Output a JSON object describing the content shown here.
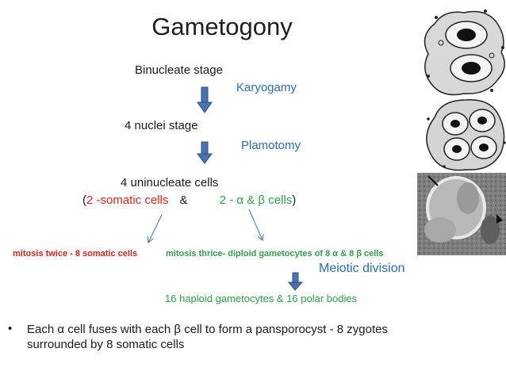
{
  "title": "Gametogony",
  "binucleate": "Binucleate stage",
  "karyogamy": "Karyogamy",
  "four_nuclei": "4 nuclei stage",
  "plamotomy": "Plamotomy",
  "uninucleate": "4 uninucleate cells",
  "cells_line": {
    "open": "(",
    "somatic": "2 -somatic cells",
    "amp": "&",
    "alpha_beta": "2 - α & β cells",
    "close": ")"
  },
  "mitosis_twice": "mitosis twice - 8 somatic cells",
  "mitosis_thrice": "mitosis thrice- diploid gametocytes of 8 α & 8 β cells",
  "meiotic": "Meiotic division",
  "haploid": "16 haploid gametocytes & 16 polar bodies",
  "bullet": {
    "symbol": "•",
    "text": "Each α cell fuses with each β cell to form a pansporocyst - 8 zygotes surrounded by 8 somatic cells"
  },
  "colors": {
    "blue_text": "#2a6db0",
    "red_text": "#e0231c",
    "green_text": "#2fa24a",
    "arrow_fill": "#4a72b0"
  },
  "images": [
    {
      "name": "binucleate-cell-illustration"
    },
    {
      "name": "four-nuclei-cell-illustration"
    },
    {
      "name": "micrograph-image"
    }
  ]
}
